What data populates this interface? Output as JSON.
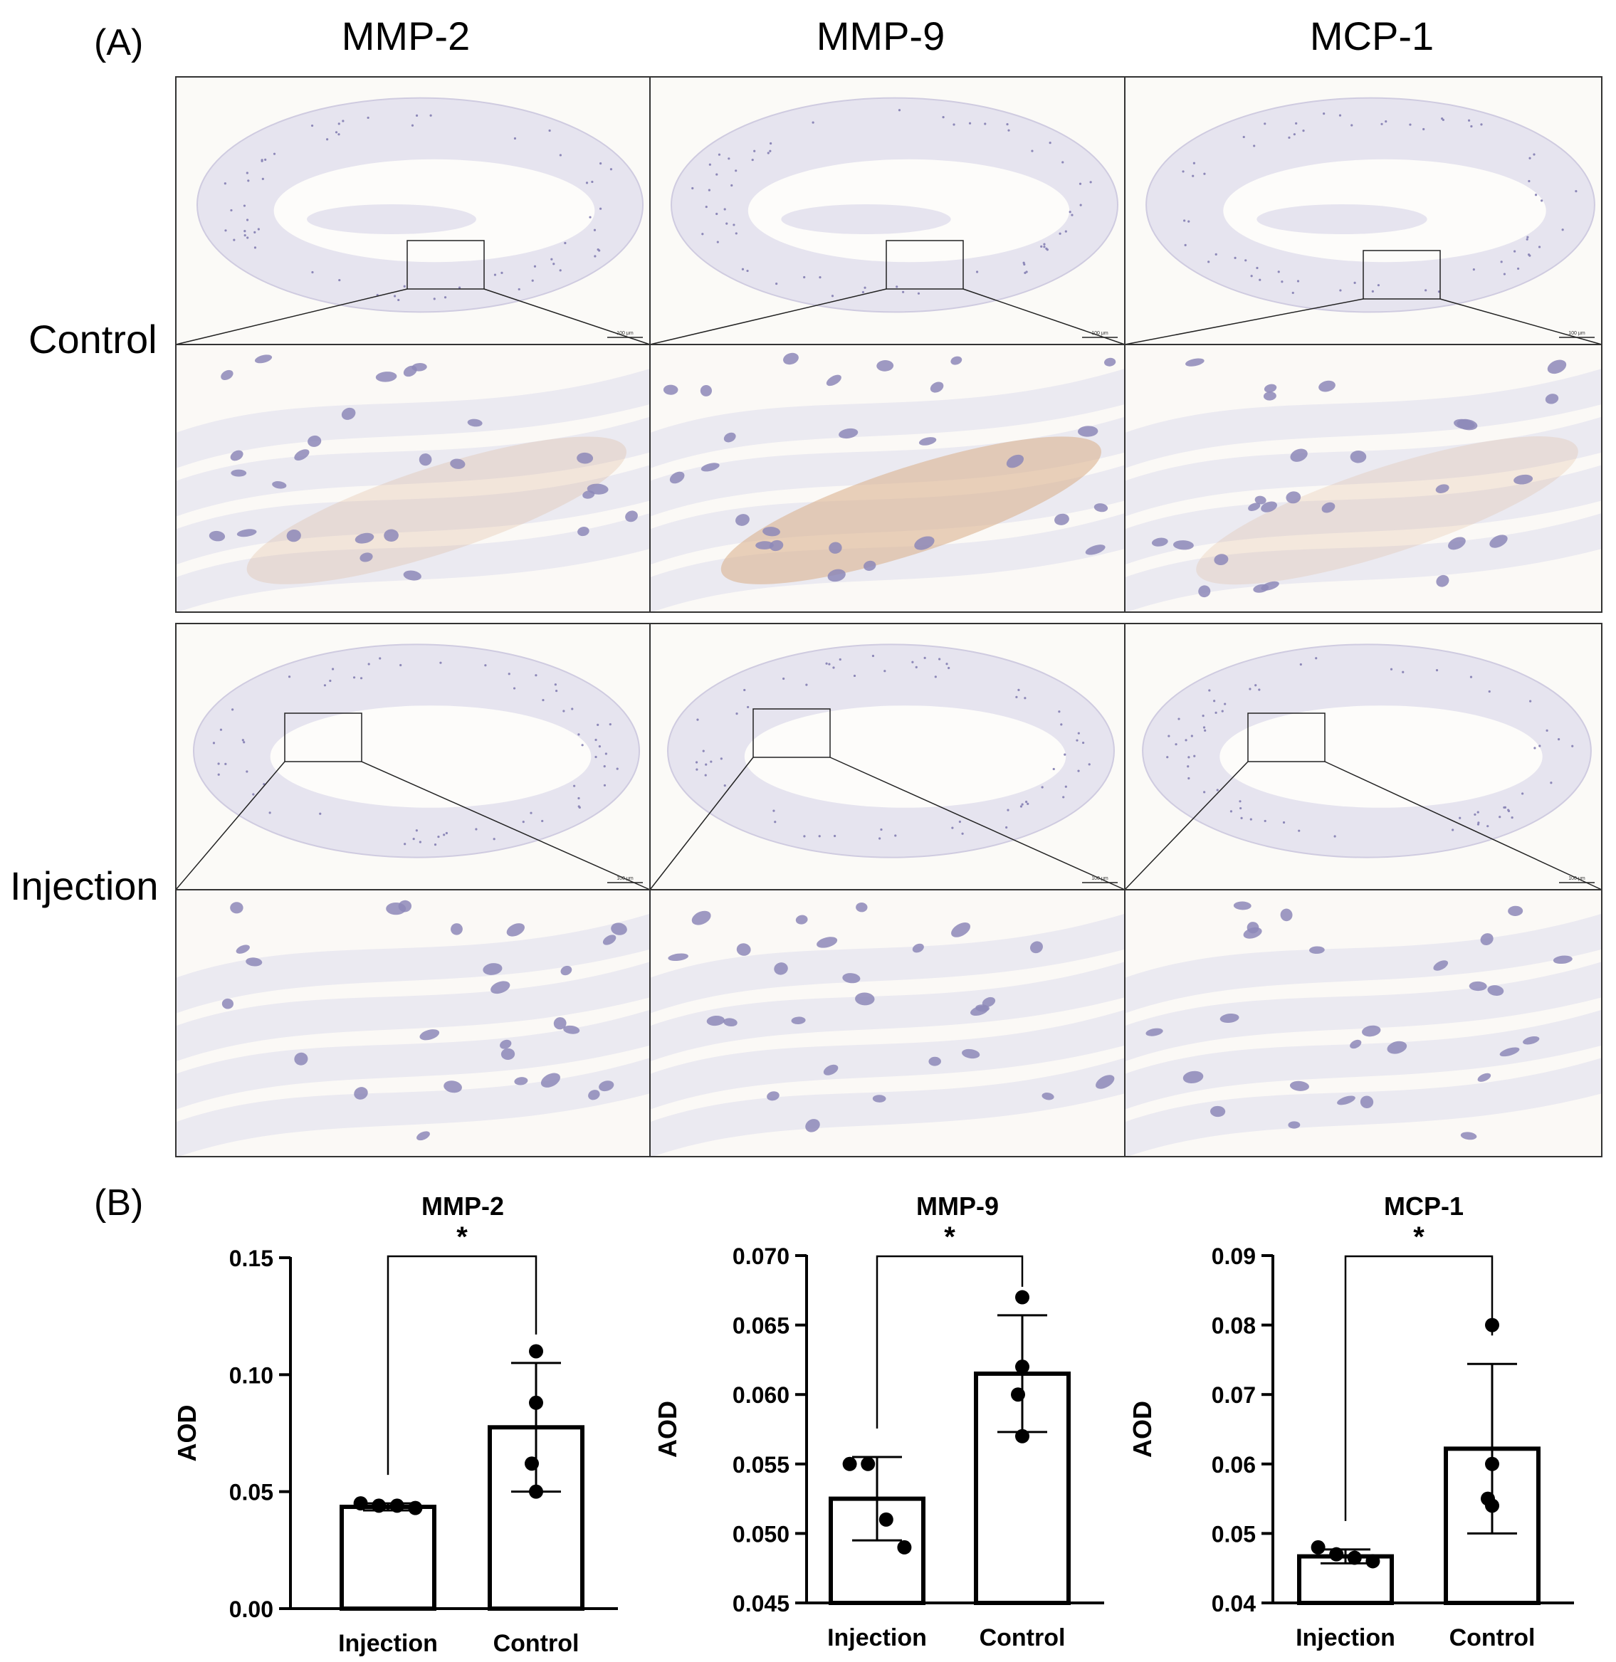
{
  "panels": {
    "a": "(A)",
    "b": "(B)"
  },
  "columns": [
    "MMP-2",
    "MMP-9",
    "MCP-1"
  ],
  "rows": [
    "Control",
    "Injection"
  ],
  "scale_bar_text": "100 μm",
  "colors": {
    "tissue": "#e6e4ef",
    "nucleus": "#8d88b8",
    "stain": "#d9ad86",
    "frame": "#333333"
  },
  "chart_data": [
    {
      "type": "bar",
      "title": "MMP-2",
      "categories": [
        "Injection",
        "Control"
      ],
      "values": [
        0.0435,
        0.0775
      ],
      "error_sd": [
        0.0015,
        0.0275
      ],
      "points": [
        [
          0.045,
          0.044,
          0.044,
          0.043
        ],
        [
          0.11,
          0.088,
          0.062,
          0.05
        ]
      ],
      "ylabel": "AOD",
      "ylim": [
        0,
        0.15
      ],
      "yticks": [
        "0.00",
        "0.05",
        "0.10",
        "0.15"
      ],
      "significance": "*"
    },
    {
      "type": "bar",
      "title": "MMP-9",
      "categories": [
        "Injection",
        "Control"
      ],
      "values": [
        0.0525,
        0.0615
      ],
      "error_sd": [
        0.003,
        0.0042
      ],
      "points": [
        [
          0.055,
          0.055,
          0.051,
          0.049
        ],
        [
          0.067,
          0.062,
          0.06,
          0.057
        ]
      ],
      "ylabel": "AOD",
      "ylim": [
        0.045,
        0.07
      ],
      "yticks": [
        "0.045",
        "0.050",
        "0.055",
        "0.060",
        "0.065",
        "0.070"
      ],
      "significance": "*"
    },
    {
      "type": "bar",
      "title": "MCP-1",
      "categories": [
        "Injection",
        "Control"
      ],
      "values": [
        0.0467,
        0.0622
      ],
      "error_sd": [
        0.001,
        0.0122
      ],
      "points": [
        [
          0.048,
          0.047,
          0.0465,
          0.046
        ],
        [
          0.08,
          0.06,
          0.055,
          0.054
        ]
      ],
      "ylabel": "AOD",
      "ylim": [
        0.04,
        0.09
      ],
      "yticks": [
        "0.04",
        "0.05",
        "0.06",
        "0.07",
        "0.08",
        "0.09"
      ],
      "significance": "*"
    }
  ]
}
